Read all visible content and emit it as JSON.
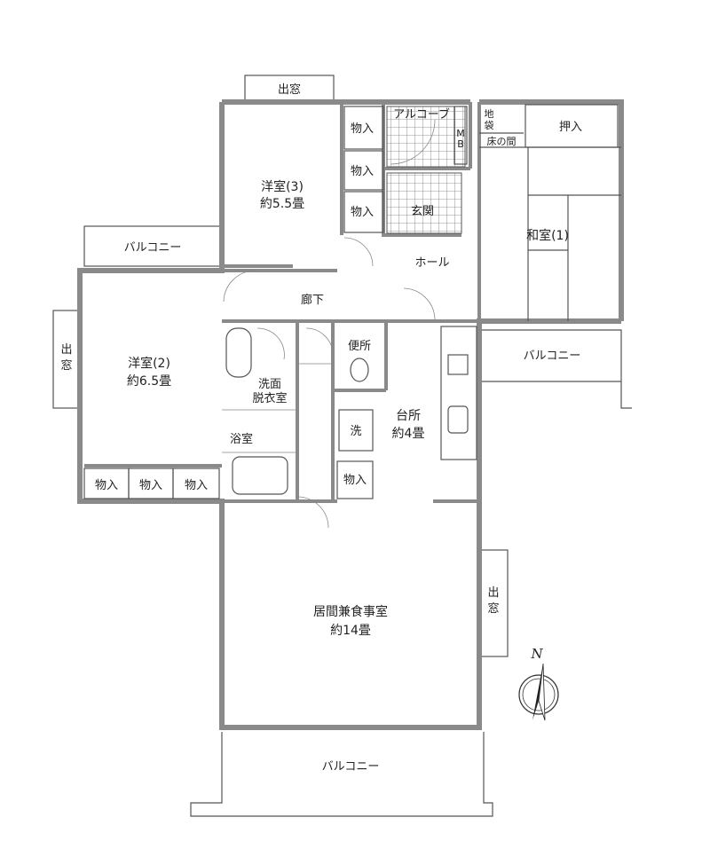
{
  "rooms": {
    "western3": {
      "name": "洋室(3)",
      "size": "約5.5畳"
    },
    "western2": {
      "name": "洋室(2)",
      "size": "約6.5畳"
    },
    "japanese1": {
      "name": "和室(1)"
    },
    "living": {
      "name": "居間兼食事室",
      "size": "約14畳"
    },
    "kitchen": {
      "name": "台所",
      "size": "約4畳"
    },
    "washroom": {
      "line1": "洗面",
      "line2": "脱衣室"
    },
    "bathroom": "浴室",
    "toilet": "便所",
    "entrance": "玄関",
    "alcove": "アルコーブ",
    "hall": "ホール",
    "corridor": "廊下",
    "washer": "洗",
    "meter_box": {
      "line1": "M",
      "line2": "B"
    },
    "jibukuro": {
      "line1": "地",
      "line2": "袋"
    },
    "tokonoma": "床の間",
    "oshiire": "押入"
  },
  "storage_label": "物入",
  "bay_window_label": {
    "line1": "出",
    "line2": "窓",
    "top": "出窓"
  },
  "balcony_label": "バルコニー",
  "compass": {
    "label": "N"
  }
}
